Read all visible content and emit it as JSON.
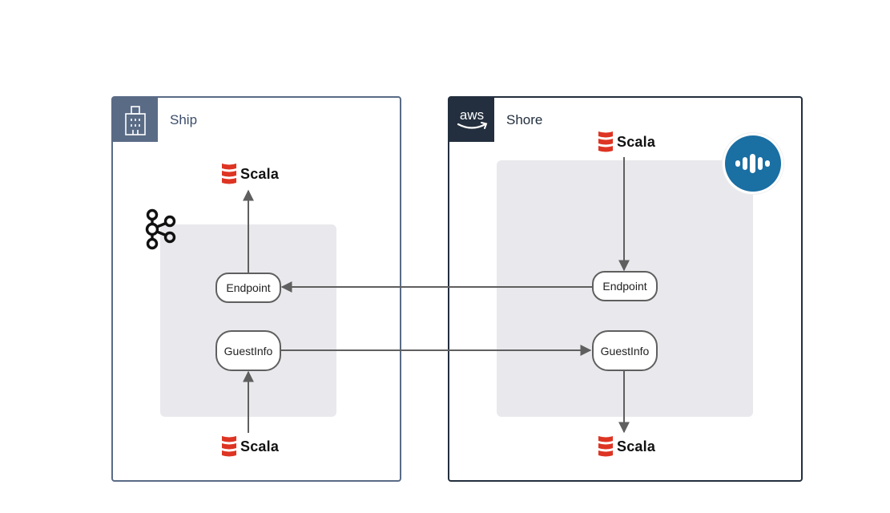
{
  "groups": {
    "ship": {
      "title": "Ship",
      "icon": "building-icon"
    },
    "shore": {
      "title": "Shore",
      "icon": "aws-logo-icon",
      "logo_text": "aws"
    }
  },
  "ship": {
    "topics": {
      "endpoint": "Endpoint",
      "guestinfo": "GuestInfo"
    },
    "scala_top": "Scala",
    "scala_bottom": "Scala",
    "broker_icon": "kafka-icon"
  },
  "shore": {
    "topics": {
      "endpoint": "Endpoint",
      "guestinfo": "GuestInfo"
    },
    "scala_top": "Scala",
    "scala_bottom": "Scala",
    "broker_icon": "cloud-service-logo-icon"
  },
  "colors": {
    "ship_border": "#5a6b86",
    "shore_border": "#232f3e",
    "panel_fill": "#e9e9ed",
    "arrow": "#5f5f5f",
    "scala_red": "#de3423",
    "logo_blue": "#1a6fa3"
  },
  "edges": [
    {
      "from": "ship.topics.endpoint",
      "to": "ship.scala_top"
    },
    {
      "from": "ship.scala_bottom",
      "to": "ship.topics.guestinfo"
    },
    {
      "from": "shore.topics.endpoint",
      "to": "ship.topics.endpoint"
    },
    {
      "from": "ship.topics.guestinfo",
      "to": "shore.topics.guestinfo"
    },
    {
      "from": "shore.scala_top",
      "to": "shore.topics.endpoint"
    },
    {
      "from": "shore.topics.guestinfo",
      "to": "shore.scala_bottom"
    }
  ]
}
